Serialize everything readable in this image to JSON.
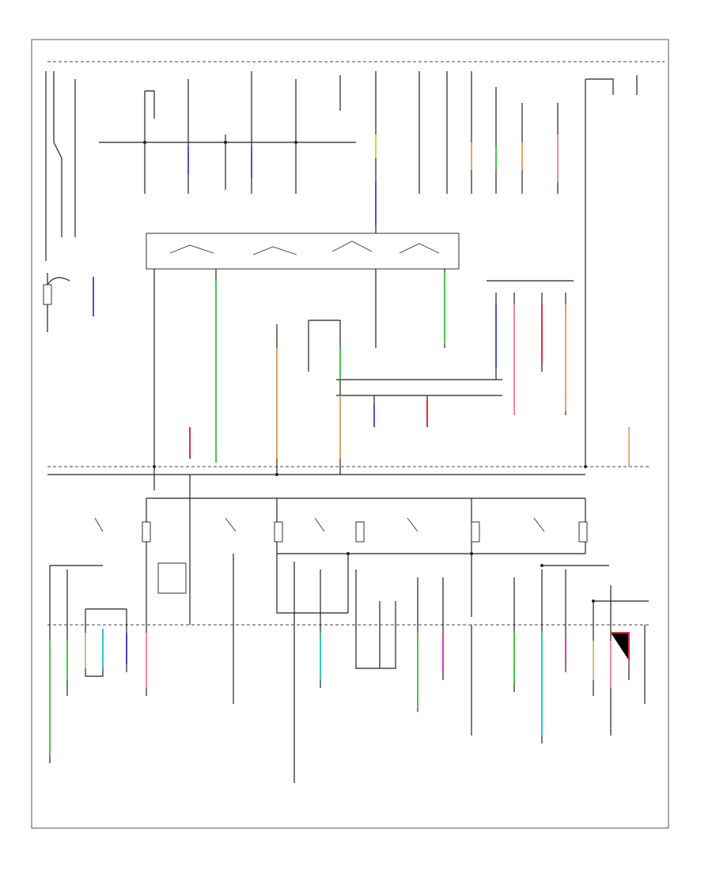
{
  "figure_id": "",
  "colors": {
    "line": "#222222",
    "blue": "#4a55c8",
    "green": "#44cc44",
    "orange": "#f0a060",
    "red": "#e03040",
    "pink": "#f08aa0",
    "cyan": "#30c8c8",
    "purple": "#4a3cbf",
    "magenta": "#d040c0",
    "yellow": "#e0d040",
    "tan": "#d8b888"
  },
  "wire_colors": {
    "top_left_1": "blue",
    "top_left_2": "blue",
    "top_center": "blue",
    "top_right_1": "orange",
    "top_right_2": "green",
    "top_right_3": "orange",
    "top_right_4": "pink",
    "battery": "blue",
    "mid_green_1": "green",
    "mid_green_2": "green",
    "mid_orange": "orange",
    "mid_orange_2": "orange",
    "mid_green_3": "green",
    "mid_blue": "blue",
    "mid_red": "red",
    "mid_pink": "pink",
    "mid_red_2": "red",
    "mid_orange_3": "orange",
    "mid_blue_2": "blue",
    "bottom_green_1": "green",
    "bottom_tan": "tan",
    "bottom_cyan": "cyan",
    "bottom_purple": "purple",
    "bottom_pink": "pink",
    "bottom_cyan_2": "cyan",
    "bottom_green_2": "green",
    "bottom_magenta": "magenta",
    "bottom_green_3": "green",
    "bottom_cyan_3": "cyan",
    "bottom_magenta_2": "magenta",
    "bottom_tan_2": "tan",
    "bottom_red": "red"
  }
}
